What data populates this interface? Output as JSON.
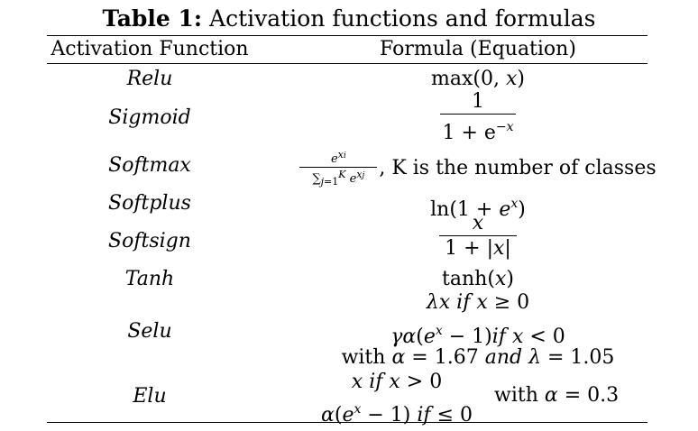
{
  "table": {
    "caption_label": "Table 1:",
    "caption_text": " Activation functions and formulas",
    "header_name": "Activation Function",
    "header_formula": "Formula (Equation)",
    "rows": [
      {
        "name": "Relu",
        "formula": "max(0, x)"
      },
      {
        "name": "Sigmoid",
        "formula_num": "1",
        "formula_den": "1 + e",
        "formula_den_sup": "−x"
      },
      {
        "name": "Softmax",
        "formula_suffix": ", K is the number of classes"
      },
      {
        "name": "Softplus",
        "formula": "ln(1 + e^x)"
      },
      {
        "name": "Softsign",
        "formula_num": "x",
        "formula_den": "1 + |x|"
      },
      {
        "name": "Tanh",
        "formula": "tanh(x)"
      },
      {
        "name": "Selu",
        "line1": "λx if x ≥ 0",
        "line2": "γα(e^x − 1)if x < 0",
        "line3": "with α = 1.67 and λ = 1.05"
      },
      {
        "name": "Elu",
        "line1": "x if x > 0",
        "line2": "α(e^x − 1) if ≤ 0",
        "note": "with α = 0.3"
      }
    ]
  }
}
